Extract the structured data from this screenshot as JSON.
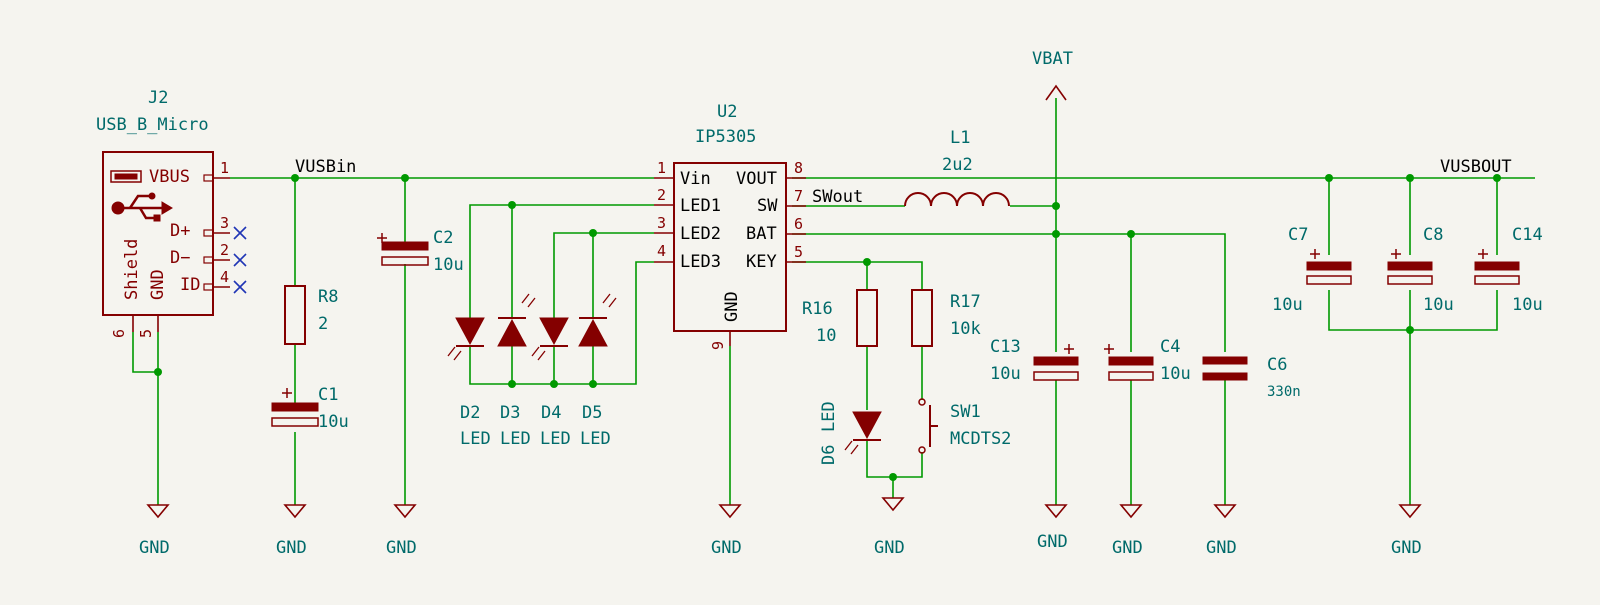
{
  "nets": {
    "vusbin": "VUSBin",
    "vbat": "VBAT",
    "vusbout": "VUSBOUT",
    "swout": "SWout"
  },
  "gnd": "GND",
  "j2": {
    "ref": "J2",
    "value": "USB_B_Micro",
    "pins": [
      "VBUS",
      "D+",
      "D−",
      "ID",
      "Shield",
      "GND"
    ],
    "nums": [
      "1",
      "3",
      "2",
      "4",
      "6",
      "5"
    ]
  },
  "u2": {
    "ref": "U2",
    "value": "IP5305",
    "left_pins": [
      "Vin",
      "LED1",
      "LED2",
      "LED3"
    ],
    "right_pins": [
      "VOUT",
      "SW",
      "BAT",
      "KEY"
    ],
    "left_nums": [
      "1",
      "2",
      "3",
      "4"
    ],
    "right_nums": [
      "8",
      "7",
      "6",
      "5"
    ],
    "gnd_pin": "GND",
    "gnd_num": "9"
  },
  "parts": {
    "r8": {
      "ref": "R8",
      "value": "2"
    },
    "c1": {
      "ref": "C1",
      "value": "10u"
    },
    "c2": {
      "ref": "C2",
      "value": "10u"
    },
    "d2": {
      "ref": "D2",
      "value": "LED"
    },
    "d3": {
      "ref": "D3",
      "value": "LED"
    },
    "d4": {
      "ref": "D4",
      "value": "LED"
    },
    "d5": {
      "ref": "D5",
      "value": "LED"
    },
    "l1": {
      "ref": "L1",
      "value": "2u2"
    },
    "r16": {
      "ref": "R16",
      "value": "10"
    },
    "r17": {
      "ref": "R17",
      "value": "10k"
    },
    "d6": {
      "ref": "D6",
      "value": "LED"
    },
    "sw1": {
      "ref": "SW1",
      "value": "MCDTS2"
    },
    "c13": {
      "ref": "C13",
      "value": "10u"
    },
    "c4": {
      "ref": "C4",
      "value": "10u"
    },
    "c6": {
      "ref": "C6",
      "value": "330n"
    },
    "c7": {
      "ref": "C7",
      "value": "10u"
    },
    "c8": {
      "ref": "C8",
      "value": "10u"
    },
    "c14": {
      "ref": "C14",
      "value": "10u"
    }
  },
  "colors": {
    "wire": "#009900",
    "symbol": "#840000",
    "label": "#006a6a",
    "noconnect": "#1f35b5",
    "background": "#f5f4ef"
  }
}
